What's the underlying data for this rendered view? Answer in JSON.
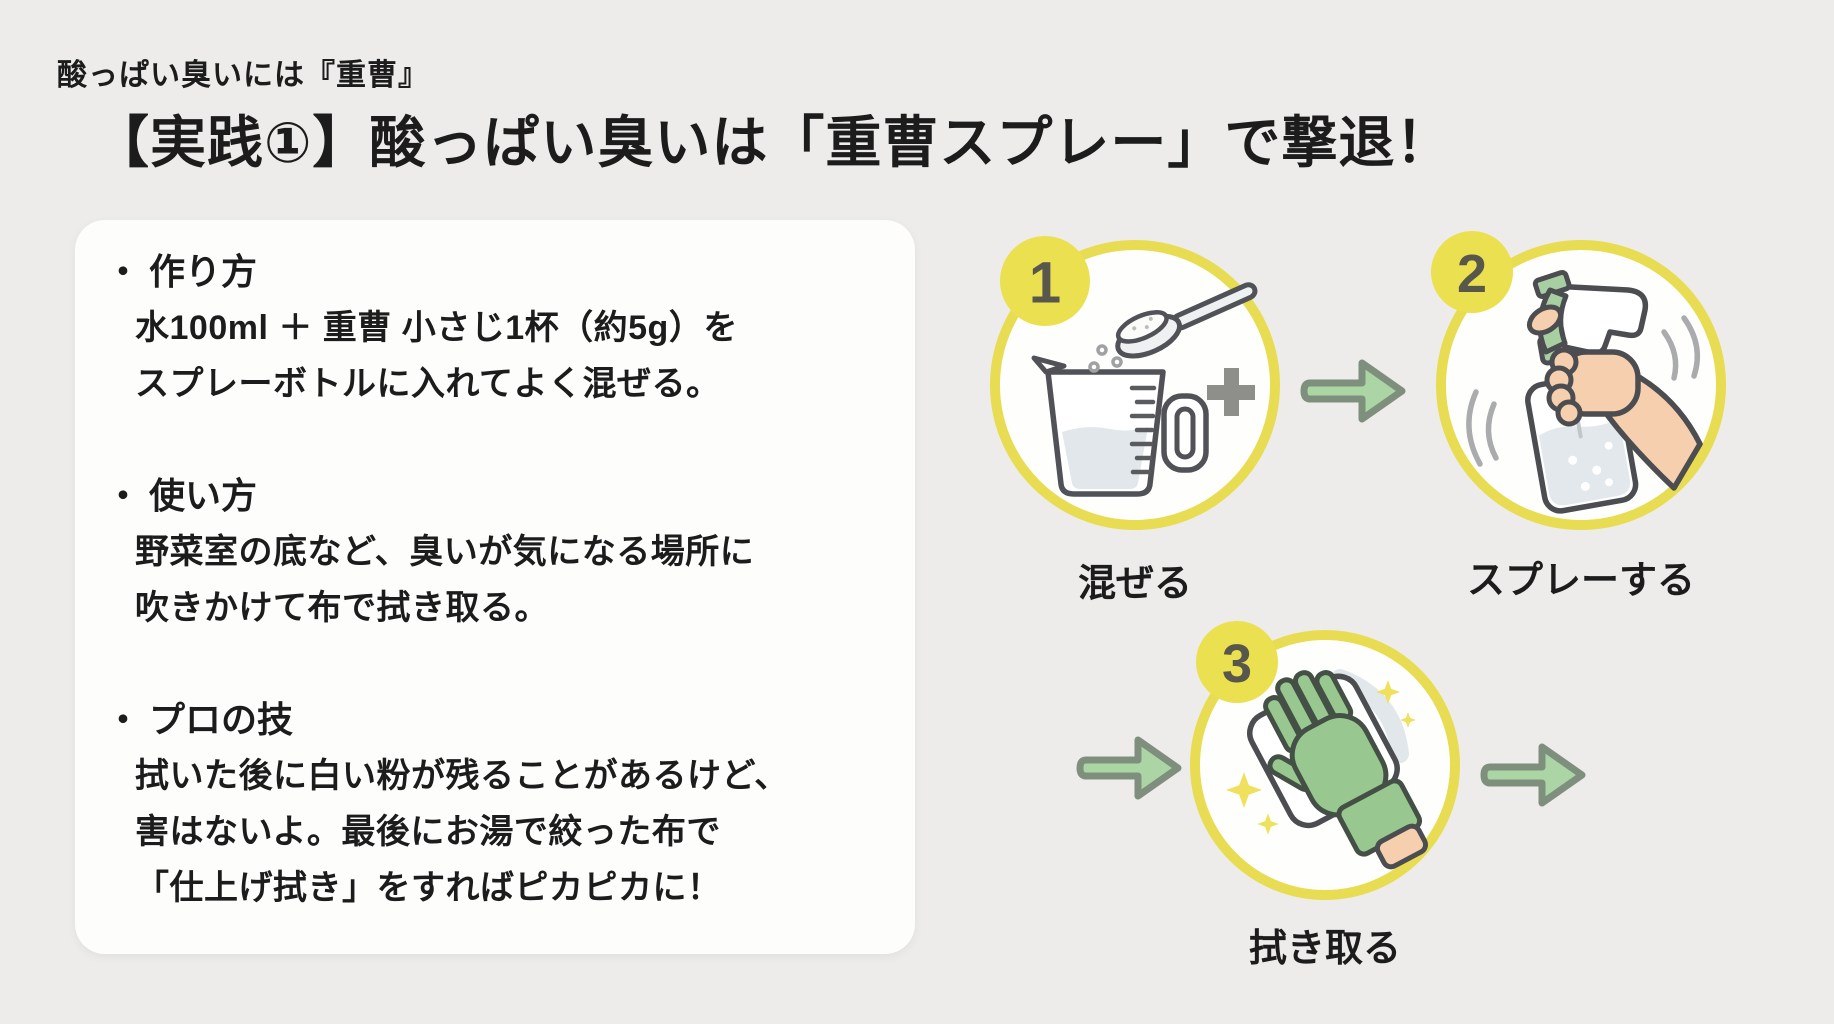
{
  "header": {
    "kicker": "酸っぱい臭いには『重曹』",
    "title": "【実践①】酸っぱい臭いは「重曹スプレー」で撃退！"
  },
  "card": {
    "sections": [
      {
        "bullet": "・",
        "title": "作り方",
        "lines": [
          "水100ml ＋ 重曹 小さじ1杯（約5g）を",
          "スプレーボトルに入れてよく混ぜる。"
        ]
      },
      {
        "bullet": "・",
        "title": "使い方",
        "lines": [
          "野菜室の底など、臭いが気になる場所に",
          "吹きかけて布で拭き取る。"
        ]
      },
      {
        "bullet": "・",
        "title": "プロの技",
        "lines": [
          "拭いた後に白い粉が残ることがあるけど、",
          "害はないよ。最後にお湯で絞った布で",
          "「仕上げ拭き」をすればピカピカに！"
        ]
      }
    ]
  },
  "steps": [
    {
      "number": "1",
      "label": "混ぜる",
      "icon": "measuring-cup-and-spoon-icon"
    },
    {
      "number": "2",
      "label": "スプレーする",
      "icon": "spray-bottle-in-hand-icon"
    },
    {
      "number": "3",
      "label": "拭き取る",
      "icon": "glove-wiping-cloth-icon"
    }
  ],
  "arrows": {
    "icon": "arrow-right-icon",
    "count": 3
  },
  "colors": {
    "background": "#edecea",
    "card": "#fdfdfc",
    "ring_yellow": "#e8dc52",
    "badge_yellow": "#ebe04f",
    "badge_number_gray": "#57574c",
    "arrow_green": "#abd5a5",
    "arrow_outline": "#7f8f7d",
    "glove_green": "#98c890",
    "skin": "#f6cfae",
    "water_blue_gray": "#e1e7ea",
    "sparkle_yellow": "#efe15e",
    "text": "#1c1c1c"
  }
}
